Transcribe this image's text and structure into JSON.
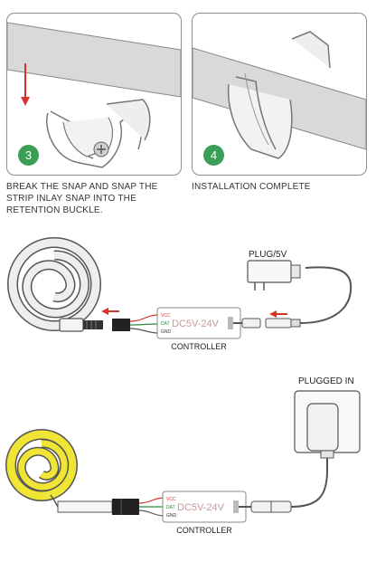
{
  "steps": {
    "step3": {
      "number": "3",
      "caption": "BREAK THE SNAP AND SNAP THE STRIP INLAY SNAP INTO THE RETENTION BUCKLE."
    },
    "step4": {
      "number": "4",
      "caption": "INSTALLATION COMPLETE"
    }
  },
  "diagram_top": {
    "plug_label": "PLUG/5V",
    "controller_voltage": "DC5V-24V",
    "controller_label": "CONTROLLER",
    "pins": [
      "VCC",
      "DAT",
      "GND"
    ]
  },
  "diagram_bottom": {
    "status_label": "PLUGGED IN",
    "controller_voltage": "DC5V-24V",
    "controller_label": "CONTROLLER",
    "pins": [
      "VCC",
      "DAT",
      "GND"
    ]
  },
  "colors": {
    "accent_green": "#3a9e56",
    "arrow_red": "#d6332a",
    "strip_lit": "#f0e534",
    "strip_unlit": "#eeeeee"
  }
}
